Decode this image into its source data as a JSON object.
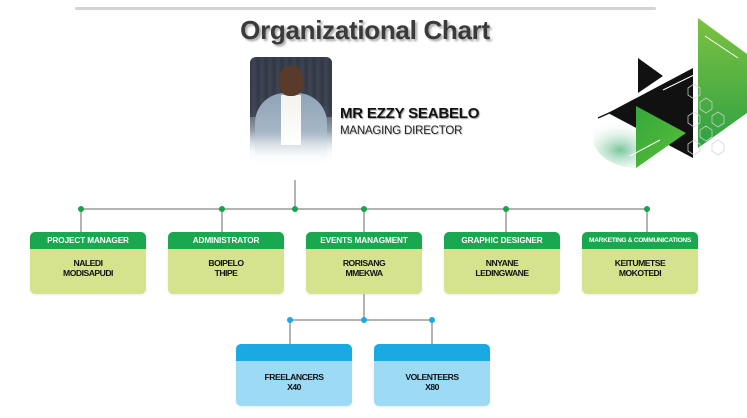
{
  "title": "Organizational Chart",
  "director": {
    "name": "MR EZZY SEABELO",
    "role": "MANAGING DIRECTOR",
    "photo_icon": "portrait-photo"
  },
  "departments": [
    {
      "header": "PROJECT MANAGER",
      "line1": "NALEDI",
      "line2": "MODISAPUDI"
    },
    {
      "header": "ADMINISTRATOR",
      "line1": "BOIPELO",
      "line2": "THIPE"
    },
    {
      "header": "EVENTS MANAGMENT",
      "line1": "RORISANG",
      "line2": "MMEKWA"
    },
    {
      "header": "GRAPHIC DESIGNER",
      "line1": "NNYANE",
      "line2": "LEDINGWANE"
    },
    {
      "header": "MARKETING & COMMUNICATIONS",
      "line1": "KEITUMETSE",
      "line2": "MOKOTEDI"
    }
  ],
  "sub_teams": [
    {
      "header": "",
      "line1": "FREELANCERS",
      "line2": "X40"
    },
    {
      "header": "",
      "line1": "VOLENTEERS",
      "line2": "X80"
    }
  ],
  "colors": {
    "green_header": "#19a84f",
    "green_body": "#d5e38e",
    "blue_header": "#19a9e3",
    "blue_body": "#9ddaf5",
    "connector": "#b4b4b4",
    "green_dot": "#17a34a",
    "blue_dot": "#1ba8e0"
  }
}
